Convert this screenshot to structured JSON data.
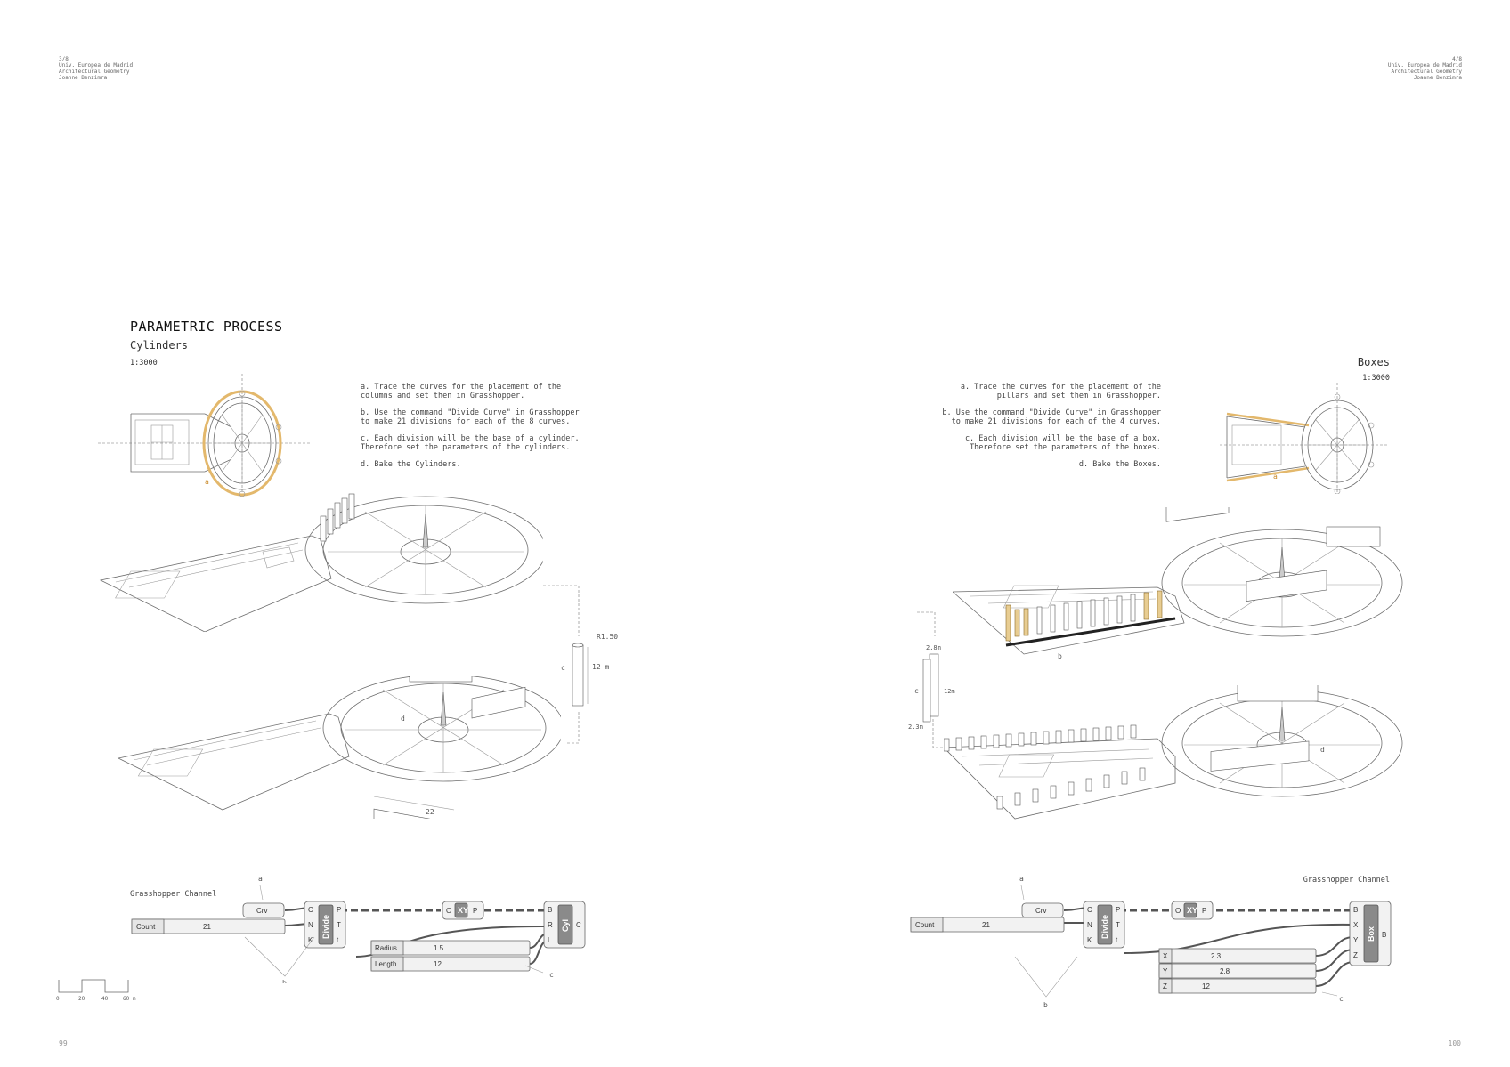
{
  "left_page": {
    "header": [
      "3/8",
      "Univ. Europea de Madrid",
      "Architectural Geometry",
      "Joanne Benzimra"
    ],
    "title": "PARAMETRIC PROCESS",
    "subtitle": "Cylinders",
    "scale": "1:3000",
    "steps": [
      "a. Trace the curves for the placement of the\ncolumns and set then in Grasshopper.",
      "b. Use the command \"Divide Curve\" in Grasshopper\nto make 21 divisions for each of the 8 curves.",
      "c. Each division will be the base of a cylinder.\nTherefore set the parameters of the cylinders.",
      "d. Bake the Cylinders."
    ],
    "plan_label": "a",
    "detail": {
      "label": "c",
      "radius": "R1.50",
      "height": "12 m"
    },
    "iso_labels": {
      "d": "d",
      "count": "22"
    },
    "channel_title": "Grasshopper Channel",
    "gh": {
      "curve": "Crv",
      "count_label": "Count",
      "count_value": "21",
      "divide": "Divide",
      "divide_inputs": [
        "C",
        "N",
        "K"
      ],
      "divide_outputs": [
        "P",
        "T",
        "t"
      ],
      "xy": "XY",
      "xy_ports": [
        "O",
        "P"
      ],
      "cyl": "Cyl",
      "cyl_inputs": [
        "B",
        "R",
        "L"
      ],
      "cyl_output": "C",
      "radius_label": "Radius",
      "radius_value": "1.5",
      "length_label": "Length",
      "length_value": "12",
      "callouts": [
        "a",
        "b",
        "c"
      ]
    },
    "scale_bar": [
      "0",
      "20",
      "40",
      "60 m"
    ],
    "page_number": "99"
  },
  "right_page": {
    "header": [
      "4/8",
      "Univ. Europea de Madrid",
      "Architectural Geometry",
      "Joanne Benzimra"
    ],
    "subtitle": "Boxes",
    "scale": "1:3000",
    "steps": [
      "a. Trace the curves for the placement of the\npillars and set them in Grasshopper.",
      "b. Use the command \"Divide Curve\" in Grasshopper\nto make 21 divisions for each of the 4 curves.",
      "c. Each division will be the base of a box.\nTherefore set the parameters of the boxes.",
      "d. Bake the Boxes."
    ],
    "plan_label": "a",
    "detail": {
      "label": "c",
      "x": "2.3m",
      "y": "2.8m",
      "z": "12m"
    },
    "iso_labels": {
      "b": "b",
      "d": "d"
    },
    "channel_title": "Grasshopper Channel",
    "gh": {
      "curve": "Crv",
      "count_label": "Count",
      "count_value": "21",
      "divide": "Divide",
      "divide_inputs": [
        "C",
        "N",
        "K"
      ],
      "divide_outputs": [
        "P",
        "T",
        "t"
      ],
      "xy": "XY",
      "xy_ports": [
        "O",
        "P"
      ],
      "box": "Box",
      "box_inputs": [
        "B",
        "X",
        "Y",
        "Z"
      ],
      "box_output": "B",
      "x_label": "X",
      "x_value": "2.3",
      "y_label": "Y",
      "y_value": "2.8",
      "z_label": "Z",
      "z_value": "12",
      "callouts": [
        "a",
        "b",
        "c"
      ]
    },
    "page_number": "100"
  },
  "colors": {
    "highlight": "#e8cd92",
    "accent_orange": "#c98a2a"
  }
}
